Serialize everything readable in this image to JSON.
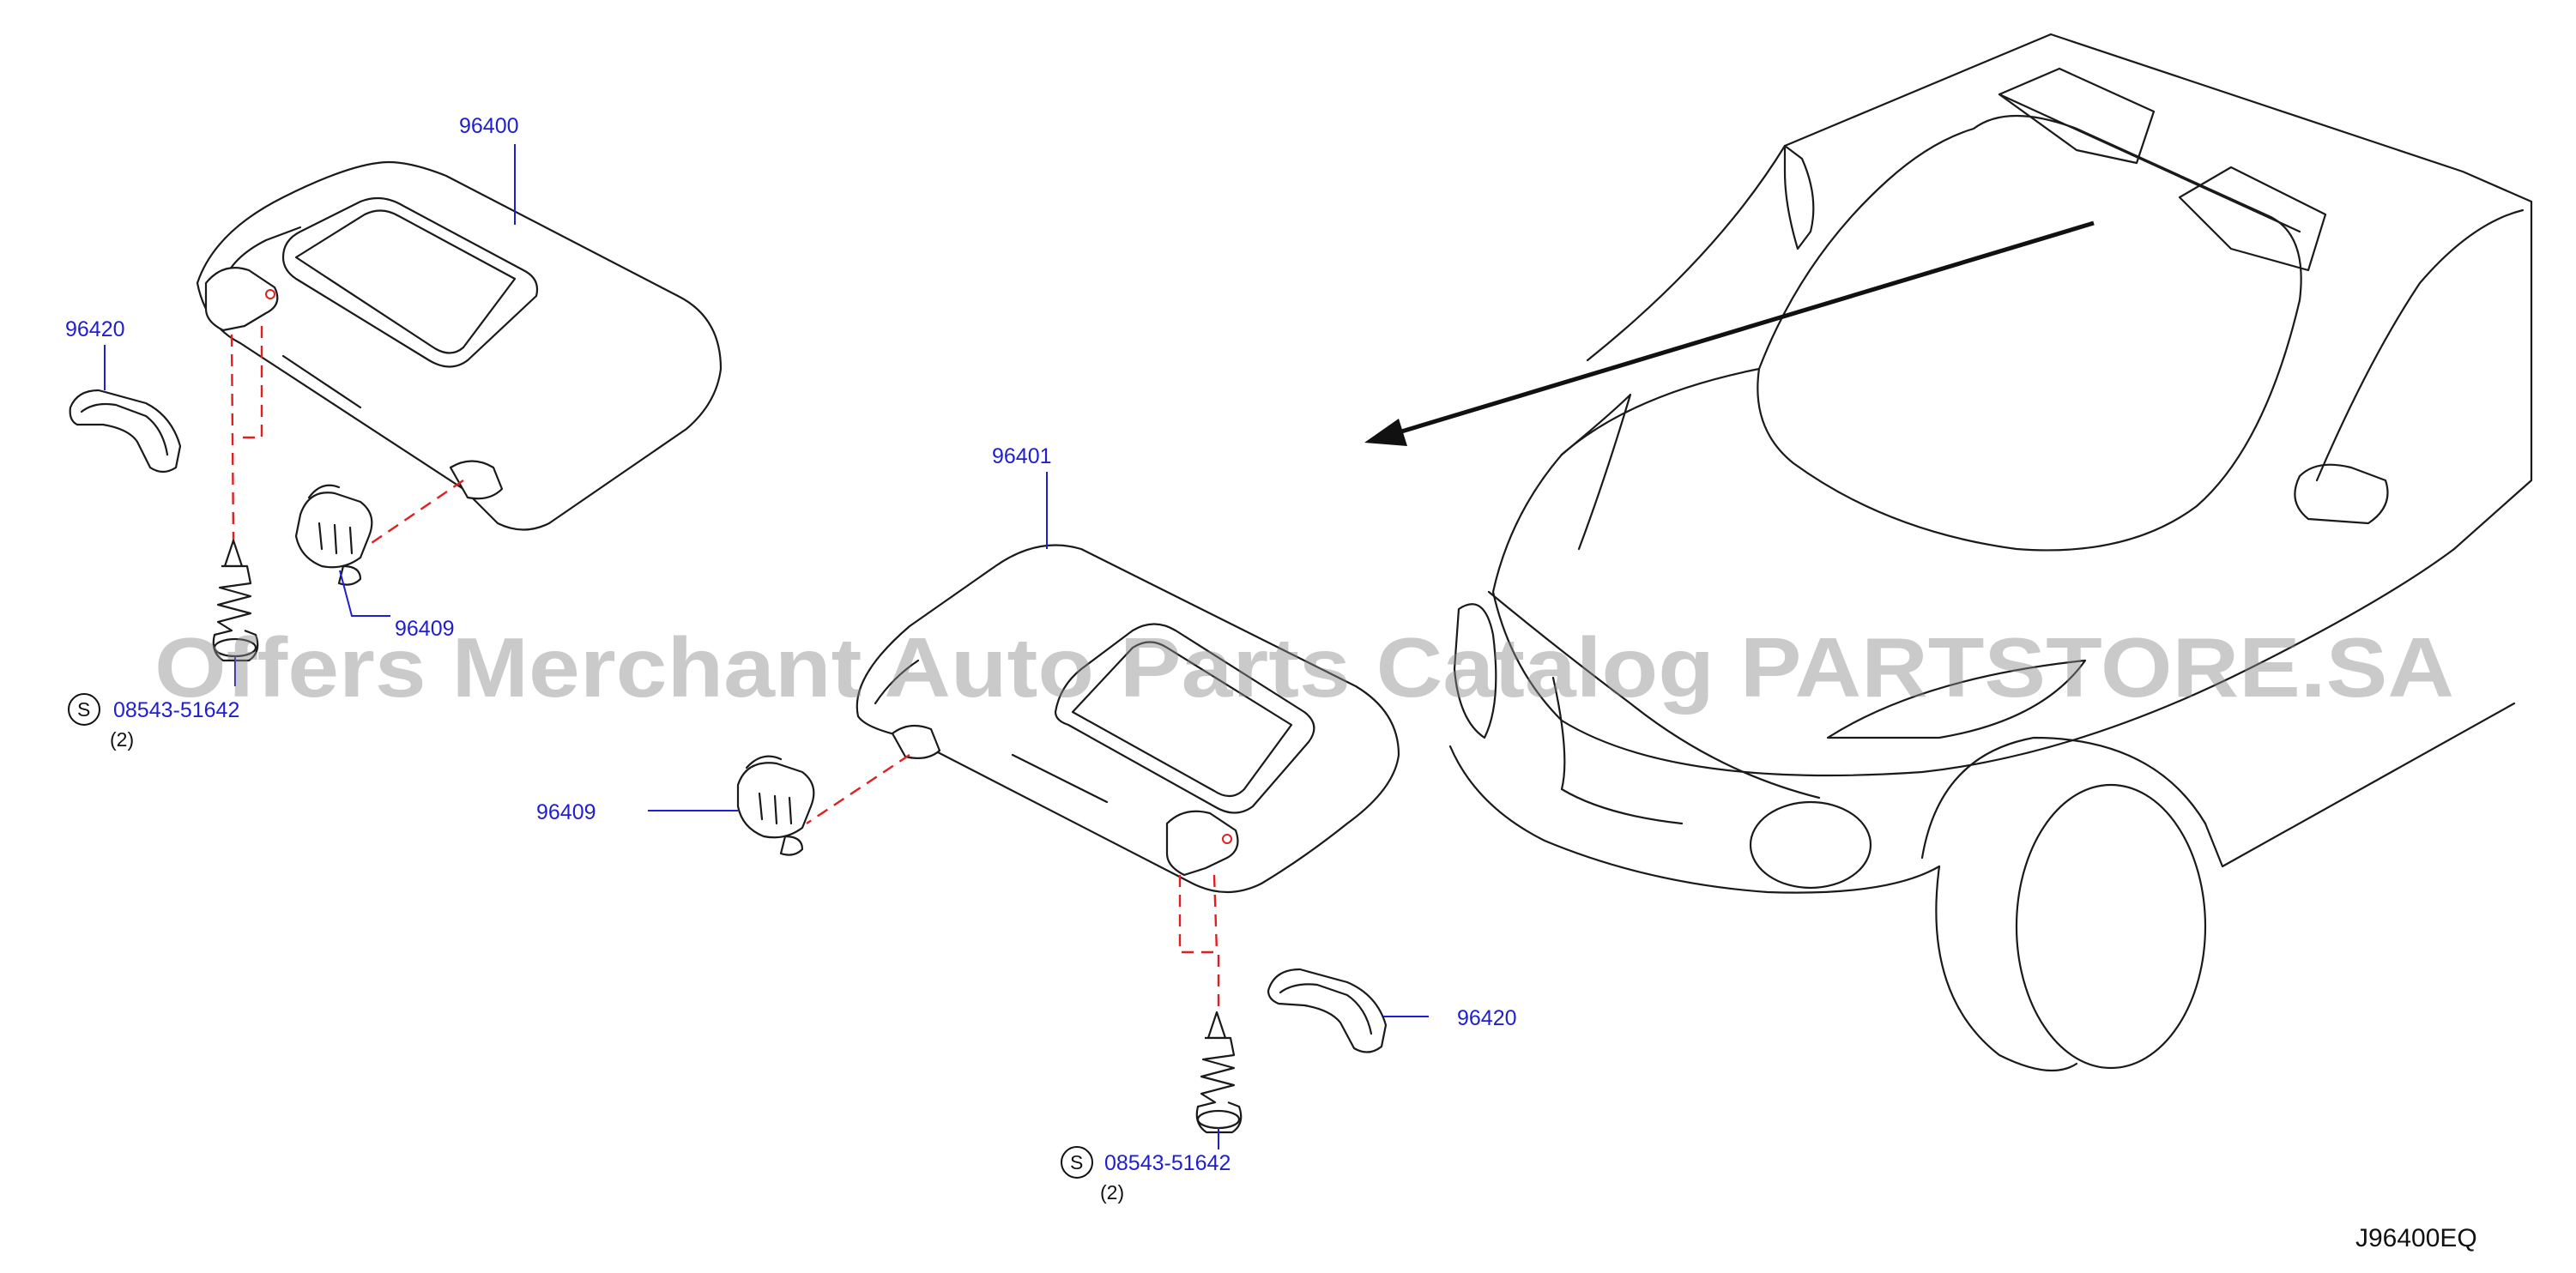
{
  "watermark": "Offers Merchant Auto Parts Catalog PARTSTORE.SA",
  "diagram_code": "J96400EQ",
  "callouts": {
    "visor_left": "96400",
    "visor_right": "96401",
    "holder_left": "96409",
    "holder_right": "96409",
    "cover_left": "96420",
    "cover_right": "96420",
    "screw_left": "08543-51642",
    "screw_right": "08543-51642",
    "screw_left_qty": "(2)",
    "screw_right_qty": "(2)",
    "standard_part_symbol": "S"
  },
  "colors": {
    "callout_text": "#1f1fd0",
    "outline": "#1a1a1a",
    "dashed_guide": "#e02020",
    "watermark": "#8a8a8a"
  }
}
